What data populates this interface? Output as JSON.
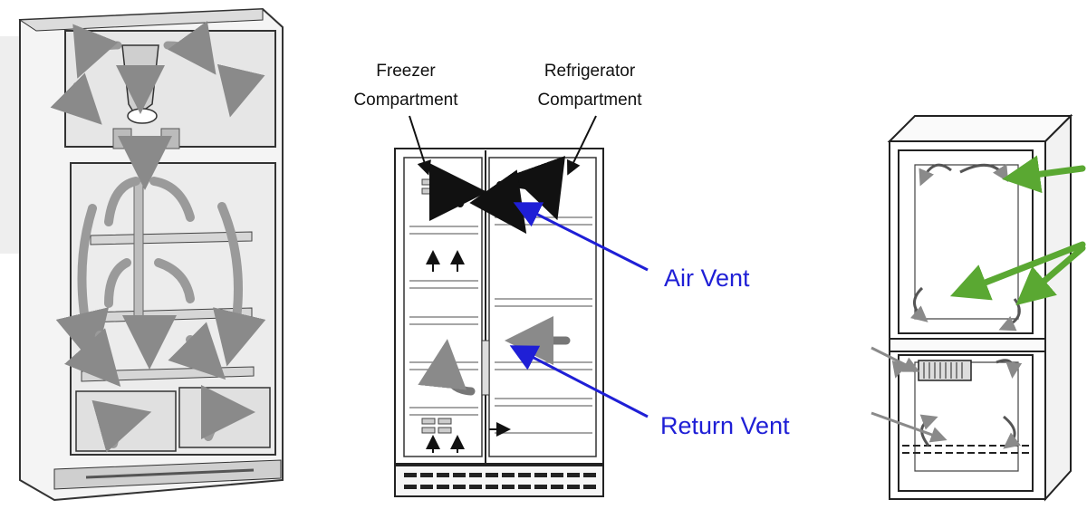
{
  "middle_panel": {
    "freezer_label_line1": "Freezer",
    "freezer_label_line2": "Compartment",
    "fridge_label_line1": "Refrigerator",
    "fridge_label_line2": "Compartment",
    "air_vent_label": "Air Vent",
    "return_vent_label": "Return Vent"
  },
  "colors": {
    "callout_blue": "#1f1fd6",
    "callout_green": "#5aa832",
    "line_dark": "#222222",
    "arrow_gray": "#9a9a9a"
  }
}
